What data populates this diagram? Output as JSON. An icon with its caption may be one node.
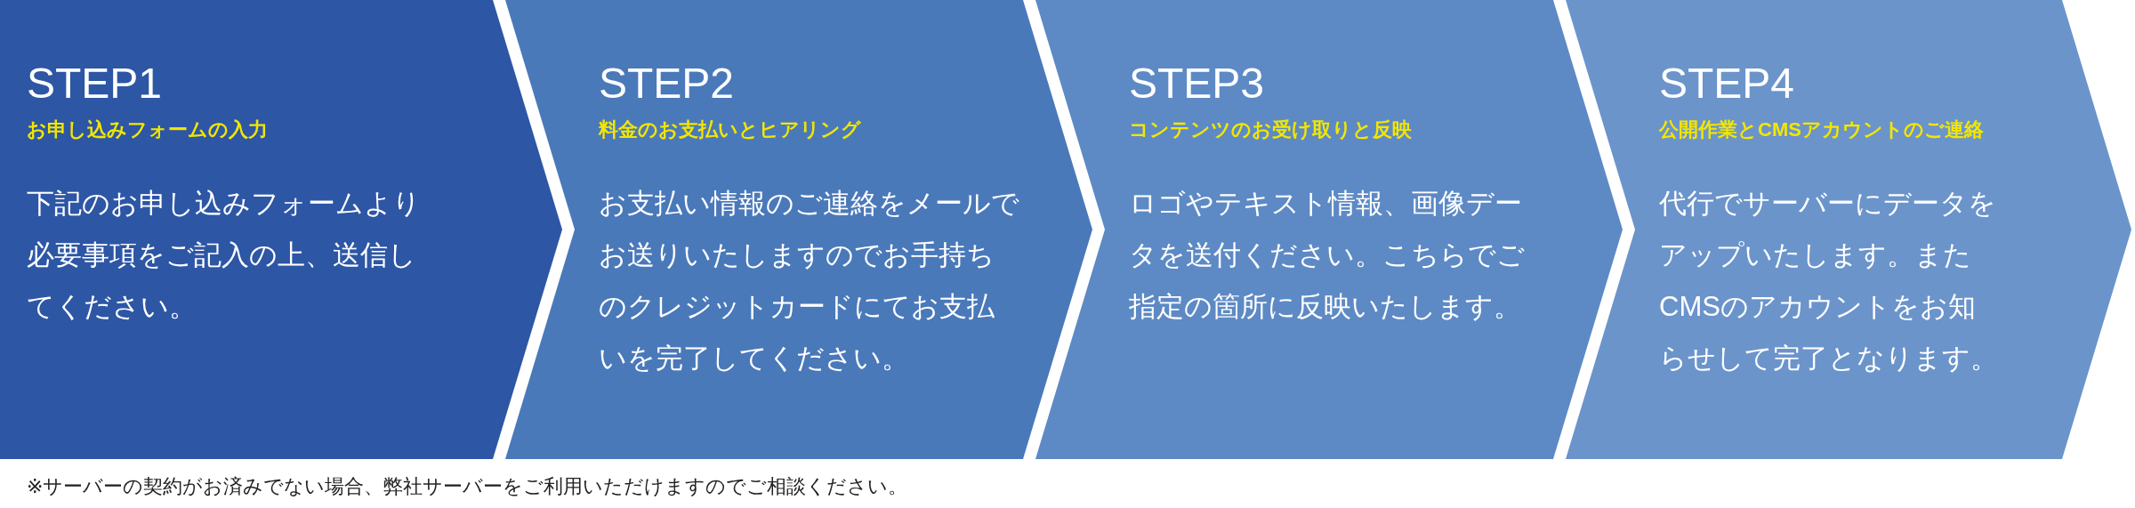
{
  "diagram": {
    "nodes": [
      {
        "text": [
          "STEP1",
          "お申し込みフォームの入力",
          "下記のお申し込みフォームより必要事項をご記入の上、送信してください。"
        ]
      },
      {
        "text": [
          "STEP2",
          "料金のお支払いとヒアリング",
          "お支払い情報のご連絡をメールでお送りいたしますのでお手持ちのクレジットカードにてお支払いを完了してください。"
        ]
      },
      {
        "text": [
          "STEP3",
          "コンテンツのお受け取りと反映",
          "ロゴやテキスト情報、画像データを送付ください。こちらでご指定の箇所に反映いたします。"
        ]
      },
      {
        "text": [
          "STEP4",
          "公開作業とCMSアカウントのご連絡",
          "代行でサーバーにデータをアップいたします。またCMSのアカウントをお知らせして完了となります。"
        ]
      }
    ],
    "labels": [
      "※サーバーの契約がお済みでない場合、弊社サーバーをご利用いただけますのでご相談ください。"
    ]
  }
}
